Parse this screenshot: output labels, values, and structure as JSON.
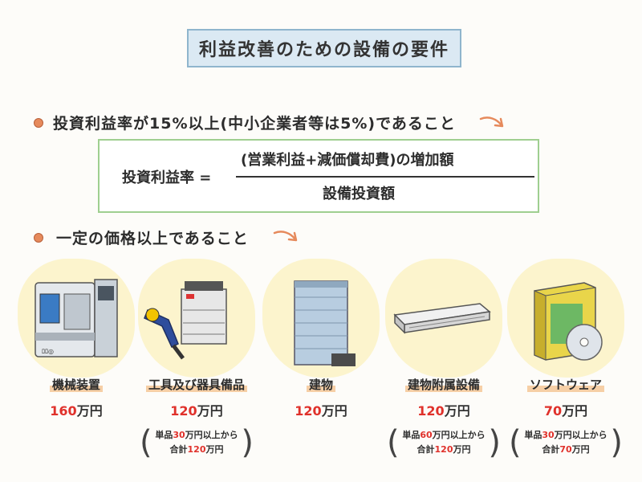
{
  "title": "利益改善のための設備の要件",
  "conditions": [
    {
      "text": "投資利益率が15%以上(中小企業者等は5%)であること"
    },
    {
      "text": "一定の価格以上であること"
    }
  ],
  "formula": {
    "lhs": "投資利益率 =",
    "numerator": "(営業利益+減価償却費)の増加額",
    "denominator": "設備投資額"
  },
  "items": [
    {
      "name": "機械装置",
      "amount": "160",
      "unit": "万円"
    },
    {
      "name": "工具及び器具備品",
      "amount": "120",
      "unit": "万円",
      "note_prefix": "単品",
      "note_amount1": "30",
      "note_suffix1": "万円以上から",
      "note_prefix2": "合計",
      "note_amount2": "120",
      "note_suffix2": "万円"
    },
    {
      "name": "建物",
      "amount": "120",
      "unit": "万円"
    },
    {
      "name": "建物附属設備",
      "amount": "120",
      "unit": "万円",
      "note_prefix": "単品",
      "note_amount1": "60",
      "note_suffix1": "万円以上から",
      "note_prefix2": "合計",
      "note_amount2": "120",
      "note_suffix2": "万円"
    },
    {
      "name": "ソフトウェア",
      "amount": "70",
      "unit": "万円",
      "note_prefix": "単品",
      "note_amount1": "30",
      "note_suffix1": "万円以上から",
      "note_prefix2": "合計",
      "note_amount2": "70",
      "note_suffix2": "万円"
    }
  ],
  "colors": {
    "accent_red": "#e0312b",
    "title_bg": "#dbe9f3",
    "formula_border": "#9fcf90",
    "bullet": "#e68a5c",
    "halo": "#fbf2c6"
  }
}
